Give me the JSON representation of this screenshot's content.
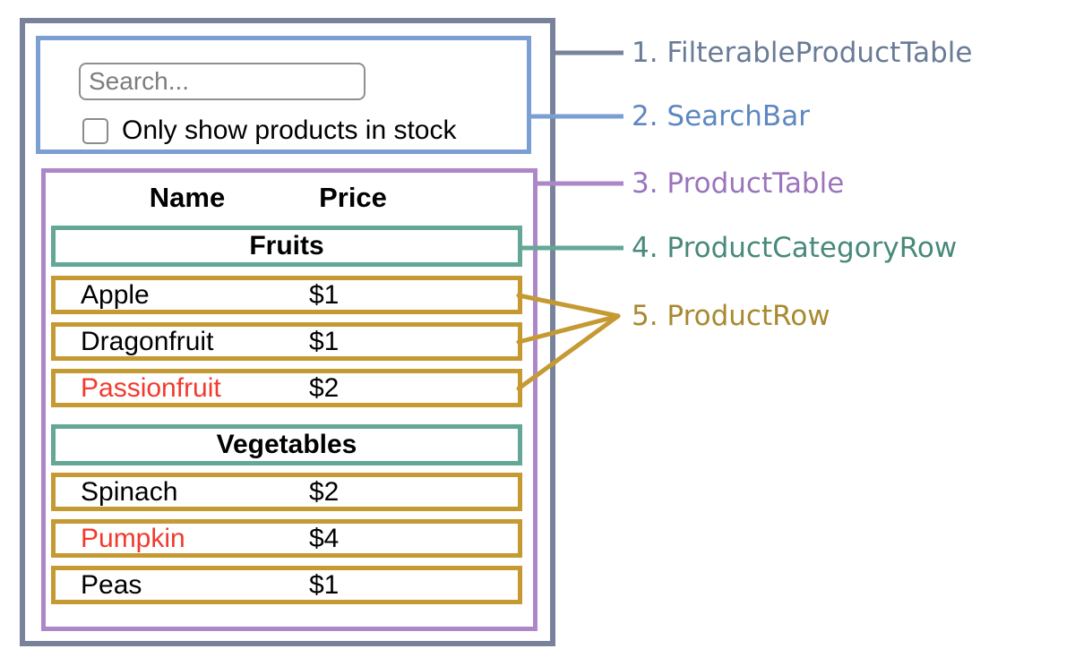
{
  "colors": {
    "filterable_product_table_border": "#78839b",
    "search_bar_border": "#7b9fd3",
    "product_table_border": "#ae87c9",
    "product_category_row_border": "#64a797",
    "product_row_border": "#c59a33",
    "out_of_stock_text": "#f23a2d",
    "legend_1": "#6a7b97",
    "legend_2": "#5d87c1",
    "legend_3": "#9b74bc",
    "legend_4": "#47897b",
    "legend_5": "#a8892f"
  },
  "search_bar": {
    "placeholder": "Search...",
    "checkbox_label": "Only show products in stock",
    "checkbox_checked": false
  },
  "product_table": {
    "columns": [
      "Name",
      "Price"
    ],
    "sections": [
      {
        "category": "Fruits",
        "rows": [
          {
            "name": "Apple",
            "price": "$1",
            "out_of_stock": false
          },
          {
            "name": "Dragonfruit",
            "price": "$1",
            "out_of_stock": false
          },
          {
            "name": "Passionfruit",
            "price": "$2",
            "out_of_stock": true
          }
        ]
      },
      {
        "category": "Vegetables",
        "rows": [
          {
            "name": "Spinach",
            "price": "$2",
            "out_of_stock": false
          },
          {
            "name": "Pumpkin",
            "price": "$4",
            "out_of_stock": true
          },
          {
            "name": "Peas",
            "price": "$1",
            "out_of_stock": false
          }
        ]
      }
    ]
  },
  "legend": {
    "items": [
      {
        "label": "1. FilterableProductTable"
      },
      {
        "label": "2. SearchBar"
      },
      {
        "label": "3. ProductTable"
      },
      {
        "label": "4. ProductCategoryRow"
      },
      {
        "label": "5. ProductRow"
      }
    ]
  }
}
